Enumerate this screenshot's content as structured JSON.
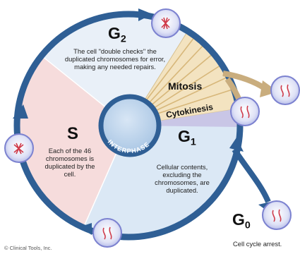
{
  "phases": {
    "g2": {
      "letter": "G",
      "sub": "2",
      "description": "The cell \"double checks\" the duplicated chromosomes for error, making any needed repairs."
    },
    "s": {
      "letter": "S",
      "description": "Each of the 46 chromosomes is duplicated by the cell."
    },
    "g1": {
      "letter": "G",
      "sub": "1",
      "description": "Cellular contents, excluding the chromosomes, are duplicated."
    },
    "g0": {
      "letter": "G",
      "sub": "0",
      "description": "Cell cycle arrest."
    },
    "mitosis": {
      "label": "Mitosis"
    },
    "cytokinesis": {
      "label": "Cytokinesis"
    },
    "interphase": {
      "label": "INTERPHASE"
    }
  },
  "copyright": "© Clinical Tools, Inc.",
  "colors": {
    "ring": "#2f5f95",
    "g1_fill": "#dbe8f5",
    "g2_fill": "#e9f0f8",
    "s_fill": "#f6dcdc",
    "mitosis_fill": "#f3e3c0",
    "cytokinesis_fill": "#c9c6e6",
    "mitosis_arrow": "#c9ad7e",
    "cell_fill": "#e4e6f7",
    "cell_border": "#7c82d0",
    "chromosome": "#cf3b4a"
  }
}
